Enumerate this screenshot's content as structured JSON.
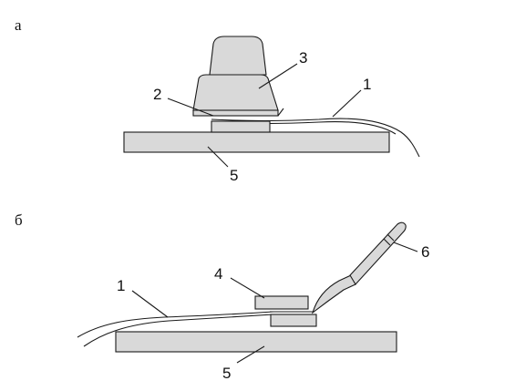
{
  "panels": {
    "a": {
      "label": "а"
    },
    "b": {
      "label": "б"
    }
  },
  "callouts": {
    "a": {
      "c1": "1",
      "c2": "2",
      "c3": "3",
      "c5": "5"
    },
    "b": {
      "c1": "1",
      "c4": "4",
      "c5": "5",
      "c6": "6"
    }
  }
}
